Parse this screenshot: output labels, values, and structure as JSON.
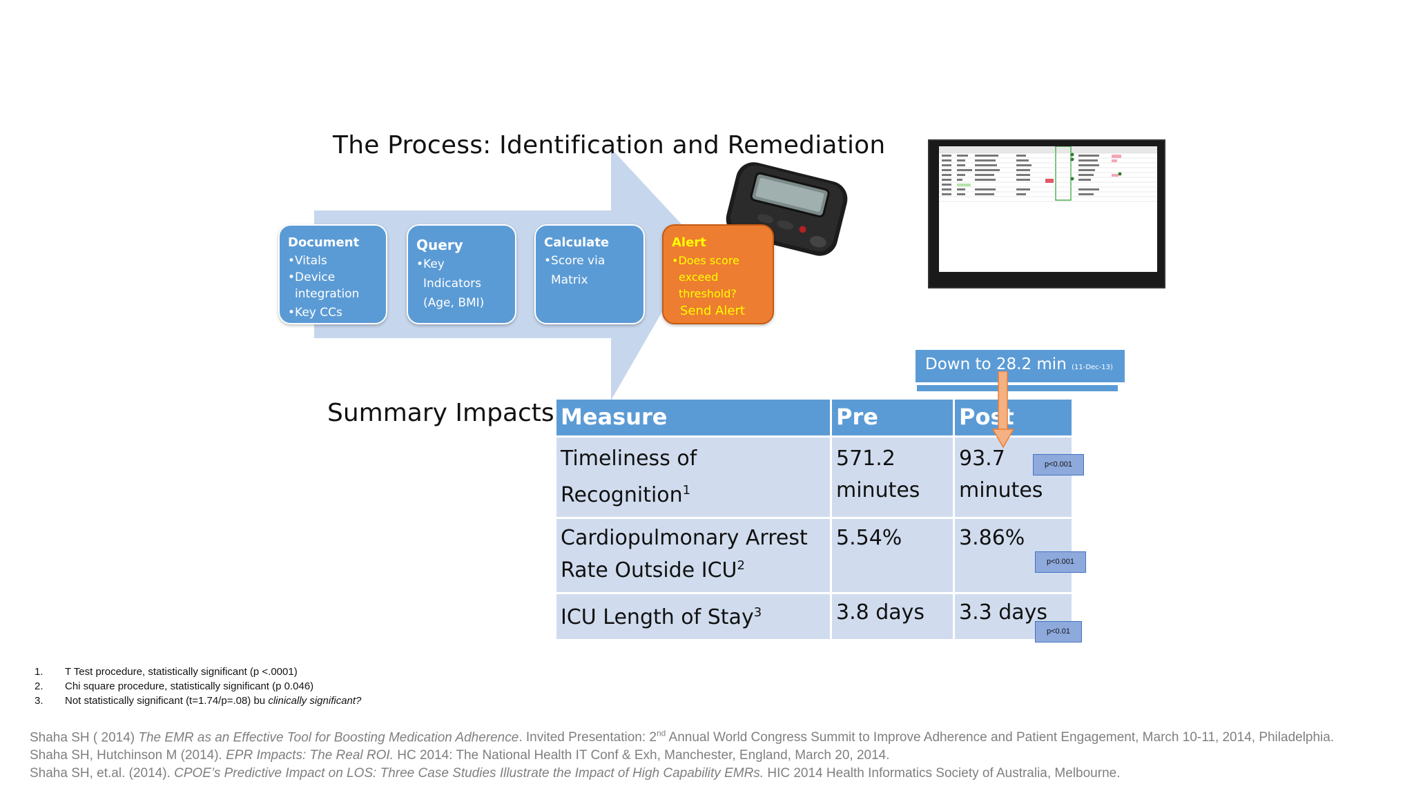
{
  "slide": {
    "title": "The Process: Identification and Remediation",
    "summary_heading": "Summary Impacts:"
  },
  "process": {
    "steps": [
      {
        "heading": "Document",
        "items": [
          "•Vitals",
          "•Device",
          "integration",
          "•Key CCs"
        ]
      },
      {
        "heading": "Query",
        "items": [
          "•Key",
          "Indicators",
          "(Age, BMI)"
        ]
      },
      {
        "heading": "Calculate",
        "items": [
          "•Score via",
          "Matrix"
        ]
      },
      {
        "heading": "Alert",
        "items": [
          "•Does score",
          "exceed",
          "threshold?"
        ],
        "action": "Send Alert"
      }
    ]
  },
  "callout": {
    "text": "Down to 28.2 min",
    "date": "(11-Dec-13)"
  },
  "table": {
    "headers": [
      "Measure",
      "Pre",
      "Post"
    ],
    "rows": [
      {
        "measure": "Timeliness of Recognition",
        "sup": "1",
        "pre": "571.2 minutes",
        "post": "93.7 minutes",
        "p": "p<0.001"
      },
      {
        "measure": "Cardiopulmonary Arrest Rate Outside ICU",
        "sup": "2",
        "pre": "5.54%",
        "post": "3.86%",
        "p": "p<0.001"
      },
      {
        "measure": "ICU Length of Stay",
        "sup": "3",
        "pre": "3.8 days",
        "post": "3.3 days",
        "p": "p<0.01"
      }
    ]
  },
  "footnotes": [
    {
      "num": "1.",
      "text": "T Test procedure, statistically significant (p <.0001)"
    },
    {
      "num": "2.",
      "text": "Chi square procedure, statistically significant (p 0.046)"
    },
    {
      "num": "3.",
      "text": "Not statistically significant (t=1.74/p=.08) bu",
      "italic": "clinically significant?"
    }
  ],
  "references": [
    {
      "pre": "Shaha SH ( 2014) ",
      "italic": "The EMR as an Effective Tool for Boosting Medication Adherence",
      "post": ".  Invited Presentation:  2nd Annual World Congress Summit to Improve Adherence and Patient Engagement, March 10-11, 2014, Philadelphia."
    },
    {
      "pre": "Shaha SH, Hutchinson M (2014).  ",
      "italic": "EPR Impacts: The Real ROI.",
      "post": "  HC 2014: The National Health IT Conf & Exh, Manchester, England, March 20, 2014."
    },
    {
      "pre": "Shaha SH, et.al. (2014). ",
      "italic": "CPOE’s Predictive Impact on LOS:  Three Case Studies Illustrate the Impact of High Capability EMRs.",
      "post": "  HIC 2014 Health Informatics Society of Australia, Melbourne."
    }
  ],
  "colors": {
    "box_blue": "#5b9bd5",
    "arrow_blue": "#c6d6ec",
    "alert_orange": "#ed7d31",
    "alert_text": "#ffff00",
    "table_cell": "#d0dcee",
    "badge": "#8ea9db",
    "reference_gray": "#7f7f7f"
  }
}
